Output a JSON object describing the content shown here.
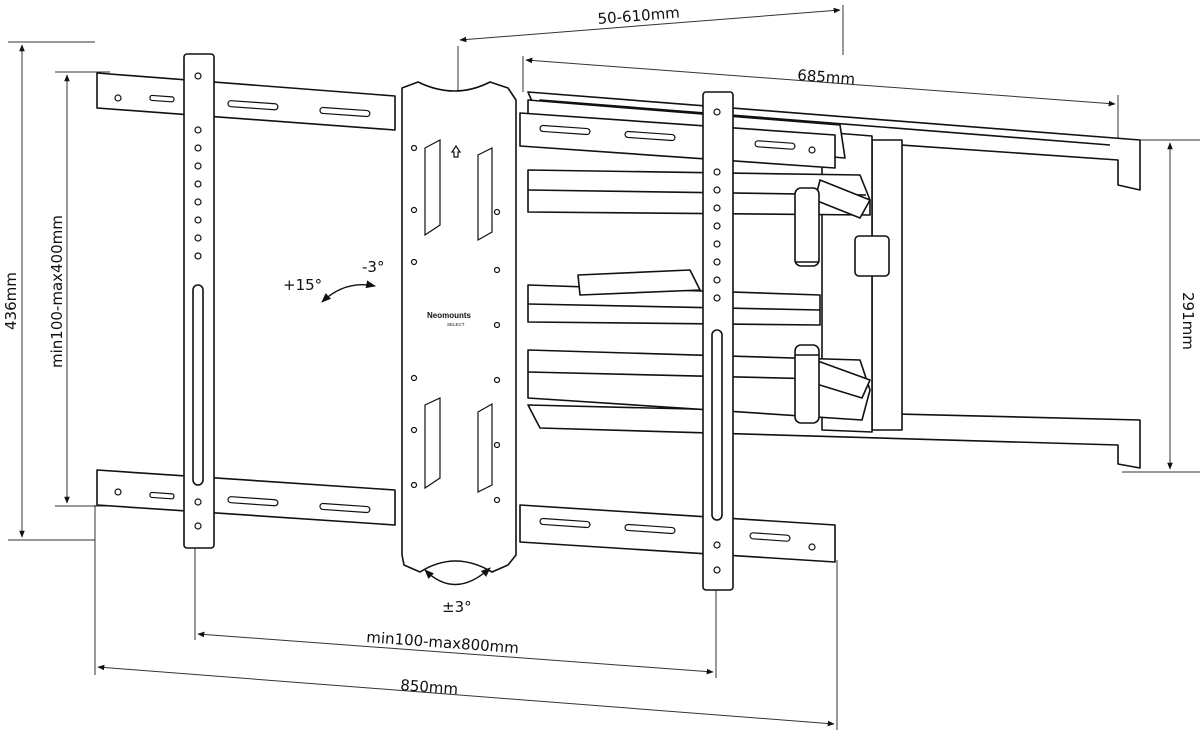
{
  "diagram": {
    "brand": {
      "name": "Neomounts",
      "sub": "SELECT"
    },
    "dimensions": {
      "extension": "50-610mm",
      "arm_width": "685mm",
      "overall_height": "436mm",
      "vesa_height": "min100-max400mm",
      "wall_plate_height": "291mm",
      "vesa_width": "min100-max800mm",
      "overall_width": "850mm"
    },
    "angles": {
      "tilt_up": "+15°",
      "tilt_down": "-3°",
      "rotation": "±3°"
    }
  }
}
